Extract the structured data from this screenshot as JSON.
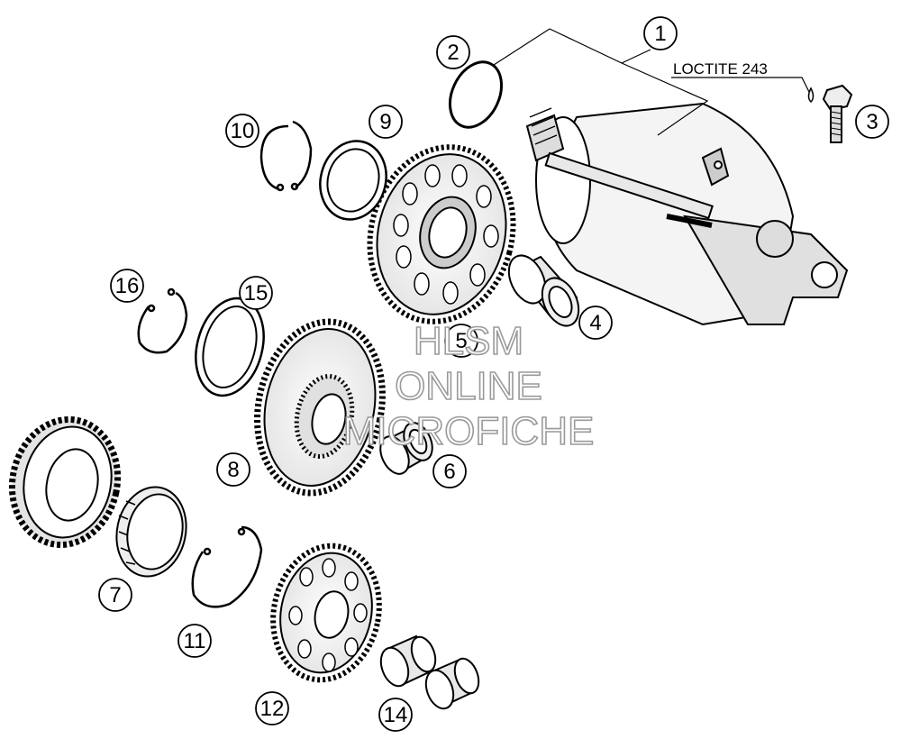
{
  "note": {
    "text": "LOCTITE 243"
  },
  "callouts": [
    {
      "label": "1"
    },
    {
      "label": "2"
    },
    {
      "label": "3"
    },
    {
      "label": "4"
    },
    {
      "label": "5"
    },
    {
      "label": "6"
    },
    {
      "label": "7"
    },
    {
      "label": "8"
    },
    {
      "label": "9"
    },
    {
      "label": "10"
    },
    {
      "label": "11"
    },
    {
      "label": "12"
    },
    {
      "label": "14"
    },
    {
      "label": "15"
    },
    {
      "label": "16"
    }
  ],
  "watermark": {
    "line1": "HLSM",
    "line2": "ONLINE",
    "line3": "MICROFICHE"
  },
  "colors": {
    "line": "#000000",
    "fill": "#ffffff",
    "shade": "#dcdcdc",
    "dark": "#555555"
  }
}
